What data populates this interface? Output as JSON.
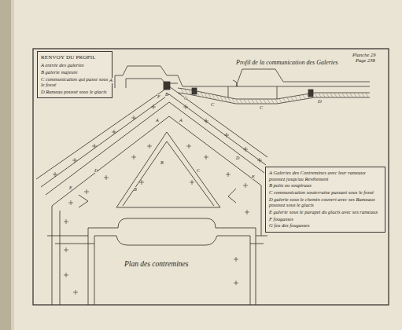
{
  "diagram": {
    "nodes": [
      {
        "text": [
          "RENVOY DU PROFIL",
          "A entrée des galeries",
          "B galerie majeure",
          "C communication qui passe sous le fossé",
          "D Rameau poussé sous le glacis"
        ]
      },
      {
        "text": [
          "A Galeries des Contremines avec leur rameaux poussez jusqu'au Revêtement",
          "B puits ou soupiraux",
          "C communication souterraine passant sous le fossé",
          "D galerie sous le chemin couvert avec ses Rameaux poussez sous le glacis",
          "E galerie sous le parapet du glacis avec ses rameaux",
          "F fougasses",
          "G feu des fougasses"
        ]
      }
    ],
    "labels": [
      "Profil de la communication des Galeries",
      "Planche 29",
      "Page 238",
      "Plan des contremines",
      "A",
      "B",
      "C",
      "C",
      "D",
      "A",
      "A",
      "B",
      "B",
      "C",
      "D",
      "D",
      "E",
      "E",
      "F",
      "G"
    ]
  }
}
